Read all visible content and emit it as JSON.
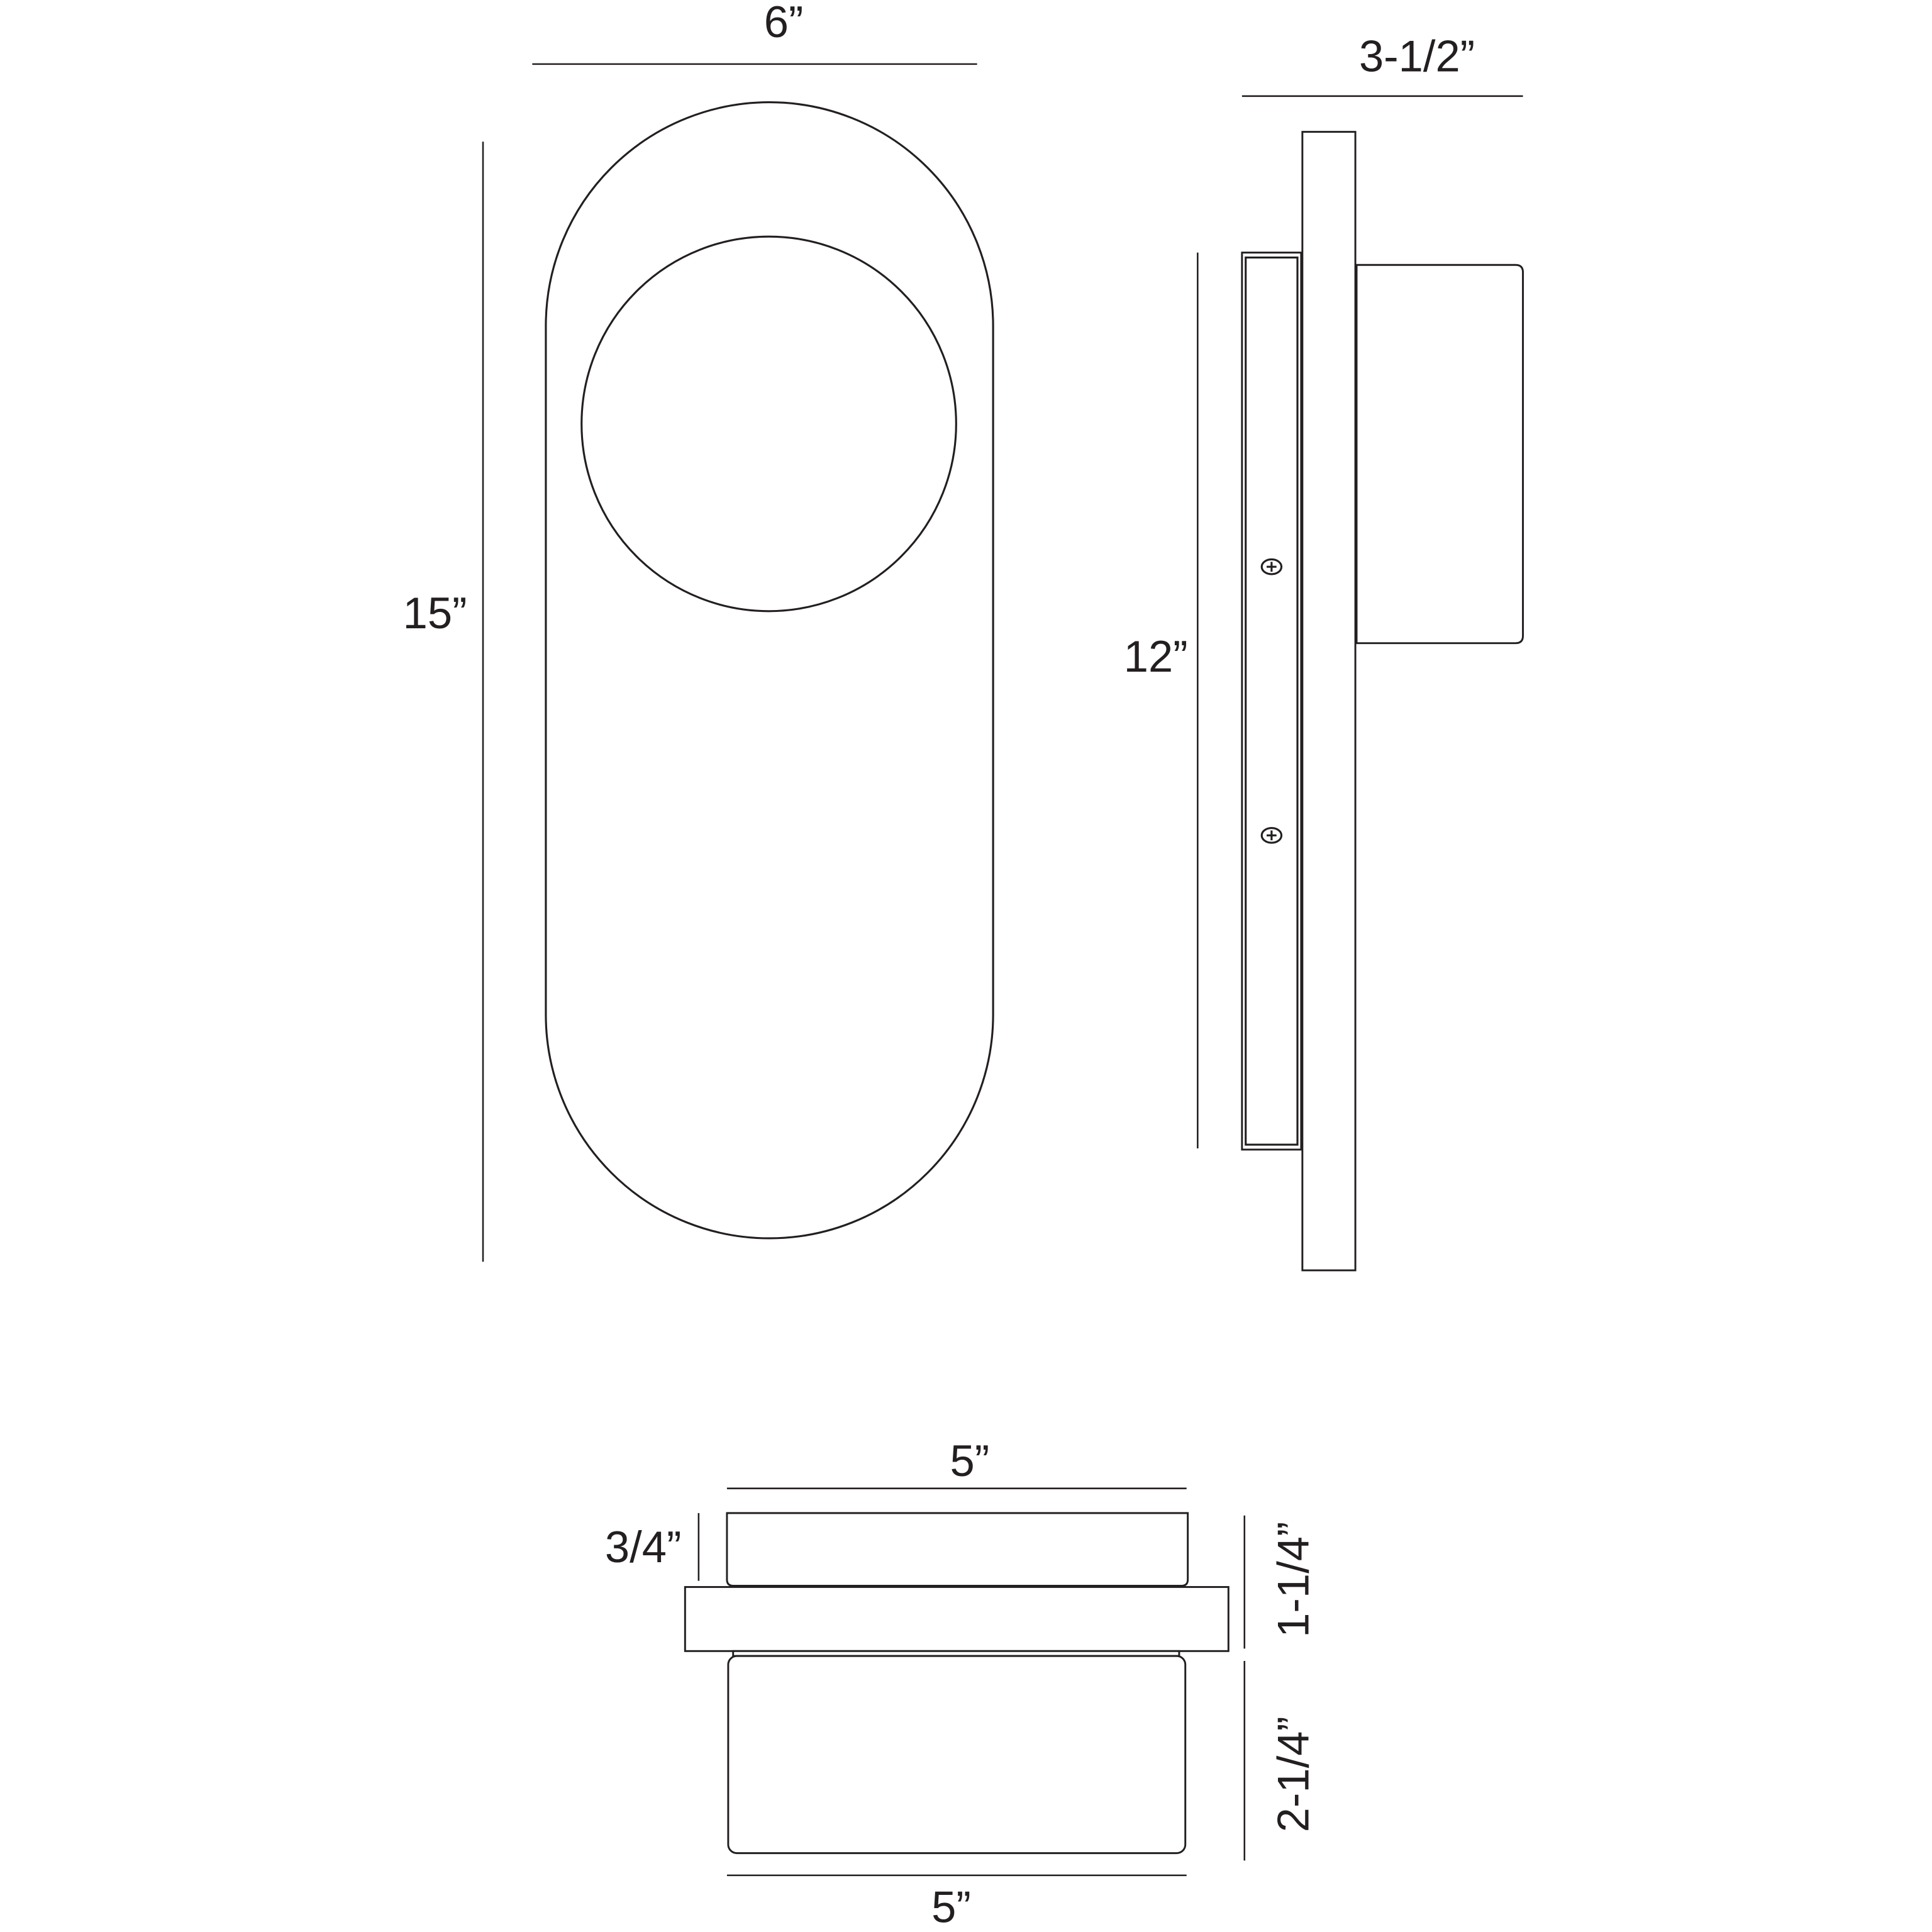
{
  "front_view": {
    "width_label": "6”",
    "height_label": "15”"
  },
  "side_view": {
    "depth_label": "3-1/2”",
    "backplate_height_label": "12”"
  },
  "bottom_view": {
    "top_width_label": "5”",
    "bottom_width_label": "5”",
    "top_part_height_label": "3/4”",
    "upper_height_label": "1-1/4”",
    "lower_height_label": "2-1/4”"
  },
  "colors": {
    "line": "#231f20",
    "background": "#ffffff"
  }
}
